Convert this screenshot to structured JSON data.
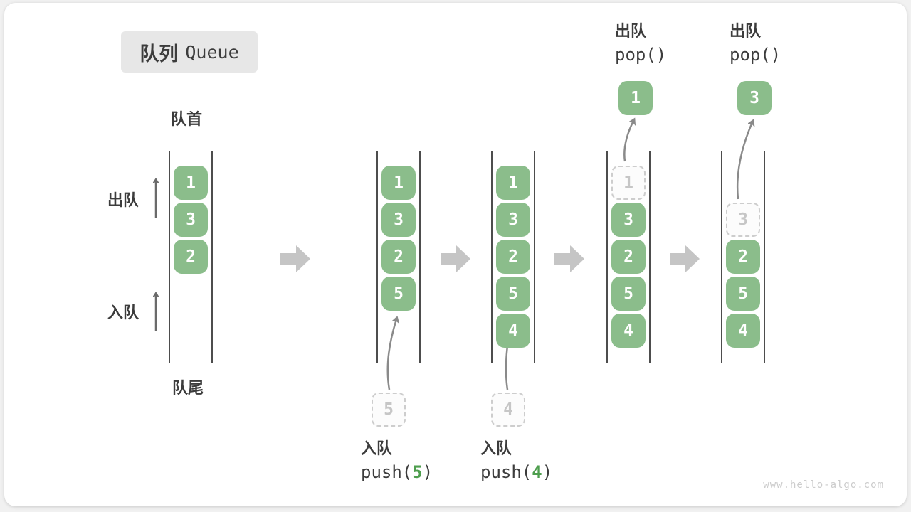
{
  "title": {
    "zh": "队列",
    "en": "Queue"
  },
  "labels": {
    "front": "队首",
    "rear": "队尾",
    "dequeue_side": "出队",
    "enqueue_side": "入队"
  },
  "operations": {
    "pop1": {
      "name": "出队",
      "code": "pop()"
    },
    "pop2": {
      "name": "出队",
      "code": "pop()"
    },
    "push5": {
      "name": "入队",
      "code_open": "push(",
      "arg": "5",
      "code_close": ")"
    },
    "push4": {
      "name": "入队",
      "code_open": "push(",
      "arg": "4",
      "code_close": ")"
    }
  },
  "states": [
    {
      "values": [
        "1",
        "3",
        "2"
      ]
    },
    {
      "values": [
        "1",
        "3",
        "2",
        "5"
      ],
      "incoming": "5"
    },
    {
      "values": [
        "1",
        "3",
        "2",
        "5",
        "4"
      ],
      "incoming": "4"
    },
    {
      "values": [
        "3",
        "2",
        "5",
        "4"
      ],
      "ghost": "1",
      "popped": "1"
    },
    {
      "values": [
        "2",
        "5",
        "4"
      ],
      "ghost": "3",
      "popped": "3"
    }
  ],
  "watermark": "www.hello-algo.com",
  "colors": {
    "box_green": "#8BBD8B",
    "accent_green": "#4E9E4E",
    "ghost_gray": "#C6C6C6",
    "flow_arrow_gray": "#C5C5C5",
    "curve_arrow_gray": "#8A8A8A",
    "container_line": "#4D4D4D",
    "text_dark": "#3C3C3C",
    "title_bg": "#E7E7E7"
  }
}
